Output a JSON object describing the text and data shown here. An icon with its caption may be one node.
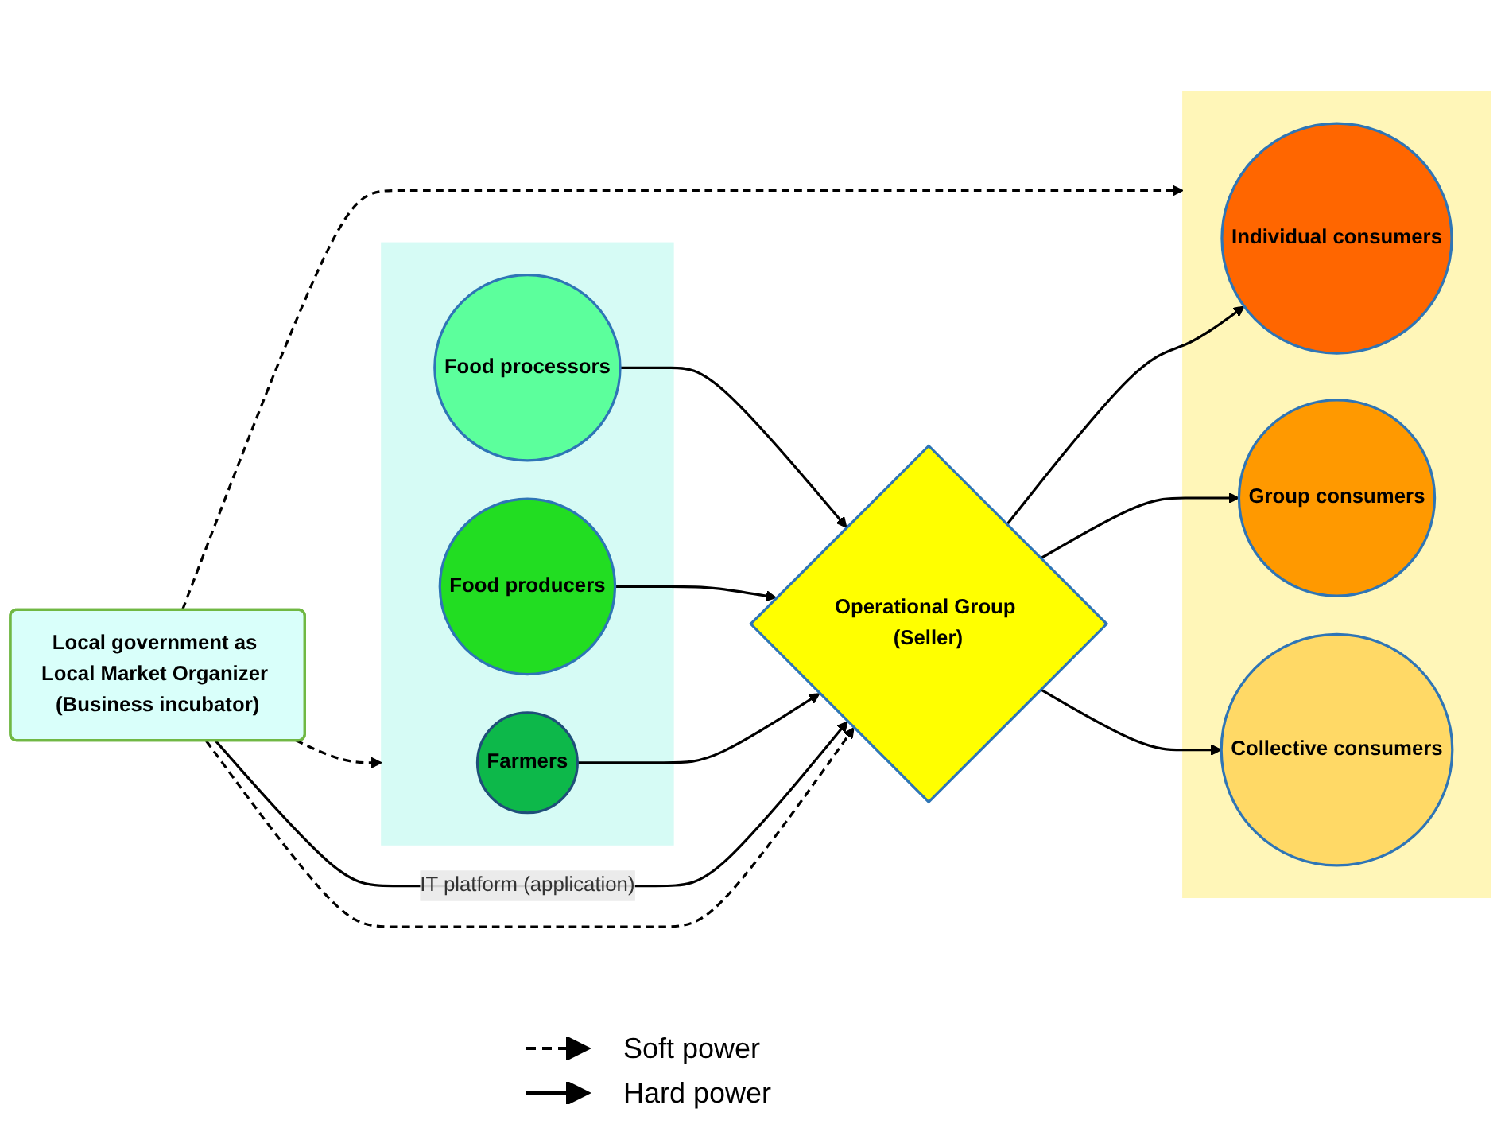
{
  "diagram": {
    "nodes": [
      {
        "text": [],
        "shape": "box"
      },
      {
        "text": [
          "Farmers"
        ],
        "in": 0
      },
      {
        "text": [
          "Food producers"
        ],
        "in": 0
      },
      {
        "text": [
          "Food processors"
        ],
        "in": 0
      },
      {
        "text": [
          "Local government as Local Market Organizer (Business incubator)"
        ]
      },
      {
        "text": [
          "Operational Group (Seller)"
        ]
      },
      {
        "text": [],
        "shape": "box"
      },
      {
        "text": [
          "Individual consumers"
        ],
        "in": 6
      },
      {
        "text": [
          "Group consumers"
        ],
        "in": 6
      },
      {
        "text": [
          "Collective consumers"
        ],
        "in": 6
      }
    ],
    "edges": [
      {
        "from": 4,
        "to": 0,
        "arrow": "to",
        "style": "dashed"
      },
      {
        "from": 4,
        "to": 6,
        "arrow": "to",
        "style": "dashed"
      },
      {
        "from": 4,
        "to": 5,
        "arrow": "to",
        "style": "dashed"
      },
      {
        "from": 4,
        "to": 5,
        "arrow": "to",
        "label": "IT platform (application)"
      },
      {
        "from": 1,
        "to": 5,
        "arrow": "to"
      },
      {
        "from": 2,
        "to": 5,
        "arrow": "to"
      },
      {
        "from": 3,
        "to": 5,
        "arrow": "to"
      },
      {
        "from": 5,
        "to": 7,
        "arrow": "to"
      },
      {
        "from": 5,
        "to": 8,
        "arrow": "to"
      },
      {
        "from": 5,
        "to": 9,
        "arrow": "to"
      }
    ],
    "legend": [
      {
        "text": "Soft power"
      },
      {
        "text": "Hard power"
      }
    ]
  }
}
